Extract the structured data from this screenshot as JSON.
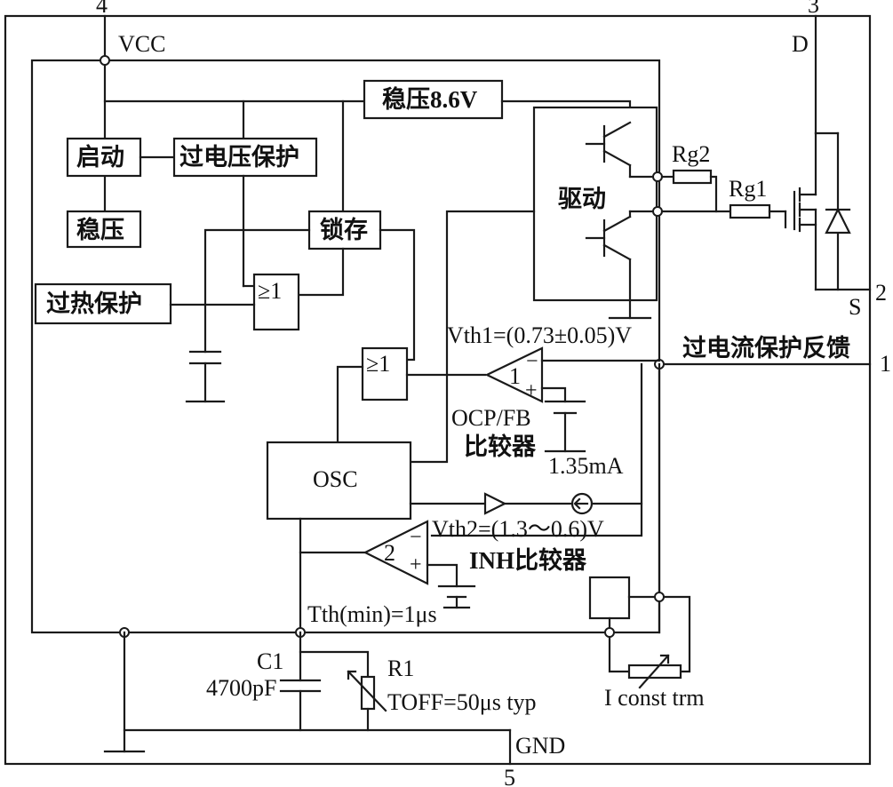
{
  "pins": {
    "p1": "1",
    "p2": "2",
    "p3": "3",
    "p4": "4",
    "p5": "5"
  },
  "nets": {
    "vcc": "VCC",
    "gnd": "GND",
    "drain": "D",
    "source": "S"
  },
  "blocks": {
    "startup": "启动",
    "ovp": "过电压保护",
    "reg": "稳压",
    "reg86": "稳压8.6V",
    "latch": "锁存",
    "otp": "过热保护",
    "or1": "≥1",
    "or2": "≥1",
    "driver": "驱动",
    "osc": "OSC"
  },
  "comparators": {
    "cmp1": "1",
    "cmp1_vth": "Vth1=(0.73±0.05)V",
    "cmp1_name": "OCP/FB",
    "cmp1_name2": "比较器",
    "cmp1_current": "1.35mA",
    "cmp2": "2",
    "cmp2_vth": "Vth2=(1.3～0.6)V",
    "cmp2_name": "INH比较器",
    "cmp2_tth": "Tth(min)=1μs"
  },
  "components": {
    "rg2": "Rg2",
    "rg1": "Rg1",
    "c1": "C1",
    "c1_value": "4700pF",
    "r1": "R1",
    "toff": "TOFF=50μs typ",
    "iconst": "I const trm"
  },
  "labels": {
    "ocp_feedback": "过电流保护反馈"
  },
  "signs": {
    "minus": "−",
    "plus": "+"
  },
  "colors": {
    "line": "#1a1a1a",
    "background": "#ffffff"
  }
}
